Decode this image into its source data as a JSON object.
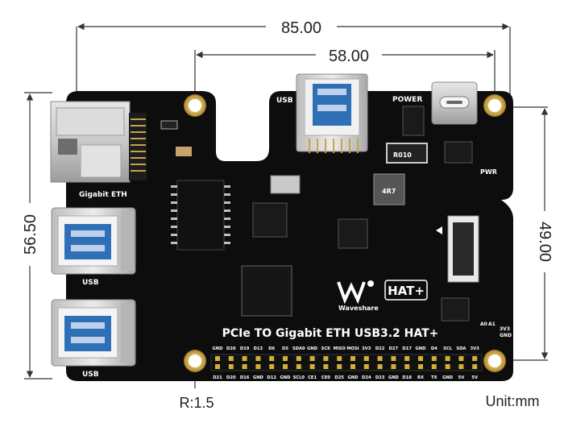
{
  "dimensions": {
    "overall_width": "85.00",
    "hole_spacing_x": "58.00",
    "overall_height": "56.50",
    "hole_spacing_y": "49.00",
    "corner_radius": "R:1.5",
    "unit": "Unit:mm"
  },
  "board": {
    "title": "PCIe TO Gigabit ETH USB3.2 HAT+",
    "brand": "Waveshare",
    "hat_badge": "HAT+",
    "labels": {
      "usb_top": "USB",
      "power": "POWER",
      "pwr": "PWR",
      "gigabit_eth": "Gigabit ETH",
      "usb_mid": "USB",
      "usb_bottom": "USB",
      "rd10": "R010",
      "inductor": "4R7",
      "a0": "A0",
      "a1": "A1",
      "v3": "3V3",
      "gnd": "GND"
    },
    "pins_top": [
      "GND",
      "D26",
      "D19",
      "D13",
      "D6",
      "D5",
      "SDA0",
      "GND",
      "SCK",
      "MISO",
      "MOSI",
      "3V3",
      "D22",
      "D27",
      "D17",
      "GND",
      "D4",
      "SCL",
      "SDA",
      "3V3"
    ],
    "pins_bottom": [
      "D21",
      "D20",
      "D16",
      "GND",
      "D12",
      "GND",
      "SCL0",
      "CE1",
      "CE0",
      "D25",
      "GND",
      "D24",
      "D23",
      "GND",
      "D18",
      "RX",
      "TX",
      "GND",
      "5V",
      "5V"
    ]
  },
  "colors": {
    "pcb": "#0d0d0d",
    "silkscreen": "#ffffff",
    "dimension_line": "#333333",
    "usb_blue": "#2f6fb5",
    "gold": "#c9a24a"
  }
}
